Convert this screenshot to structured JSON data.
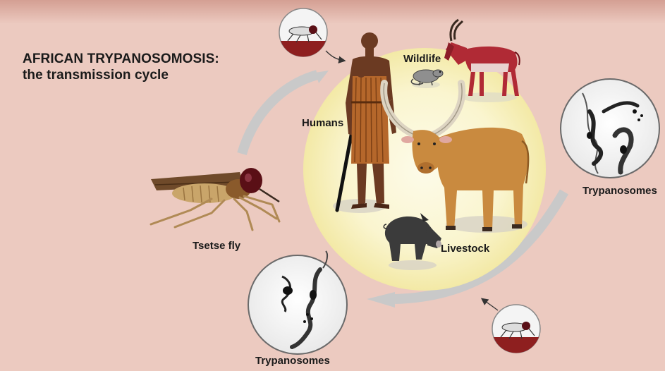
{
  "title": {
    "line1": "AFRICAN TRYPANOSOMOSIS:",
    "line2": "the transmission cycle"
  },
  "labels": {
    "wildlife": "Wildlife",
    "humans": "Humans",
    "livestock": "Livestock",
    "tsetse_fly": "Tsetse fly",
    "trypanosomes_right": "Trypanosomes",
    "trypanosomes_bottom": "Trypanosomes"
  },
  "colors": {
    "background": "#eccac0",
    "top_band": "#d9a89c",
    "host_circle_center": "#fbf7d6",
    "host_circle_edge": "#f7efb0",
    "cycle_arrow": "#c9c9c9",
    "fly_body": "#8a5a2b",
    "fly_eye": "#5a0f16",
    "cattle": "#c98a3f",
    "antelope": "#b02a35",
    "pig": "#3b3b3b",
    "human_skin": "#6b3a22",
    "human_wrap": "#b5672b",
    "blood": "#8e1f1f"
  },
  "icons": [
    "tsetse-fly-icon",
    "human-icon",
    "cattle-icon",
    "antelope-icon",
    "rodent-icon",
    "pig-icon",
    "trypanosome-lens-icon",
    "fly-biting-inset-icon"
  ]
}
